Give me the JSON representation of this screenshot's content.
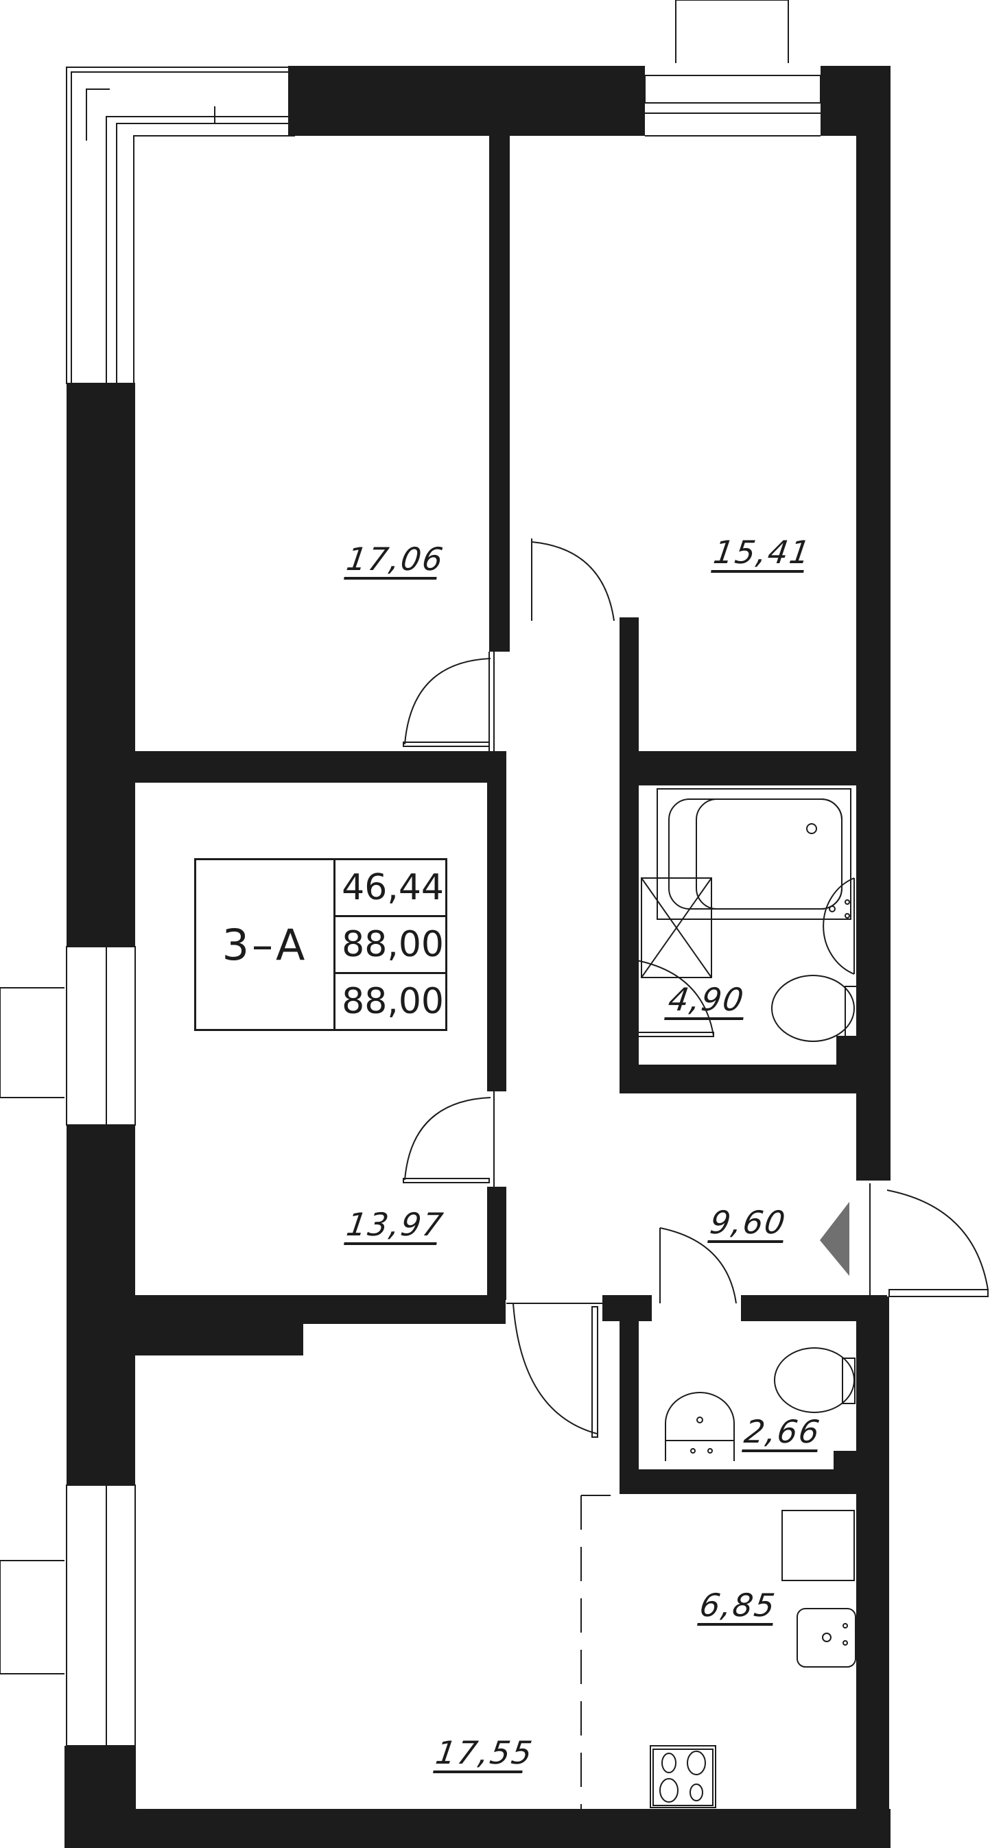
{
  "plan": {
    "apartment_code": "3–A",
    "summary": [
      {
        "id": "living_area",
        "value": "46,44"
      },
      {
        "id": "total_area",
        "value": "88,00"
      },
      {
        "id": "total_area_with_balcony",
        "value": "88,00"
      }
    ],
    "rooms": [
      {
        "id": "bedroom_1",
        "area": "17,06"
      },
      {
        "id": "bedroom_2",
        "area": "15,41"
      },
      {
        "id": "bedroom_3",
        "area": "13,97"
      },
      {
        "id": "bathroom",
        "area": "4,90"
      },
      {
        "id": "hallway",
        "area": "9,60"
      },
      {
        "id": "wc",
        "area": "2,66"
      },
      {
        "id": "kitchen",
        "area": "6,85"
      },
      {
        "id": "living_room",
        "area": "17,55"
      }
    ],
    "colors": {
      "wall": "#1c1c1c",
      "line": "#1c1c1c",
      "entrance_marker": "#707070",
      "background": "#ffffff"
    }
  }
}
